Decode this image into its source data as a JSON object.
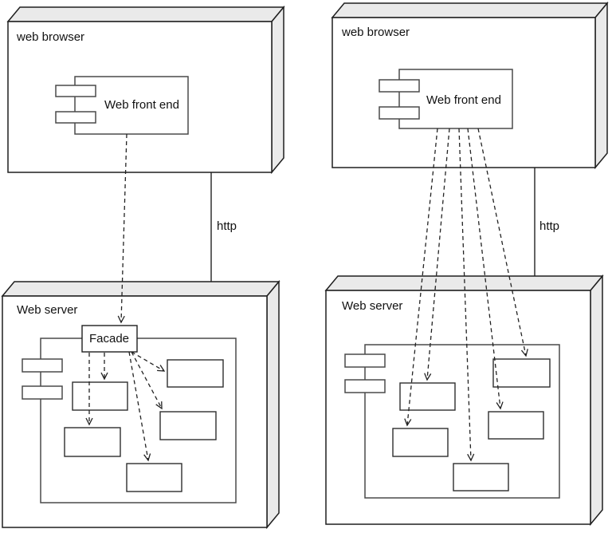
{
  "diagram": {
    "left": {
      "browser_label": "web browser",
      "component_label": "Web front end",
      "connection_label": "http",
      "server_label": "Web server",
      "facade_label": "Facade"
    },
    "right": {
      "browser_label": "web browser",
      "component_label": "Web front end",
      "connection_label": "http",
      "server_label": "Web server"
    }
  },
  "colors": {
    "background": "#ffffff",
    "node_face_fill": "#eaeaea",
    "node_stroke": "#1f1f1f",
    "component_stroke": "#4a4a4a",
    "object_stroke": "#2e2e2e",
    "line_color": "#222222",
    "text_color": "#111111"
  }
}
